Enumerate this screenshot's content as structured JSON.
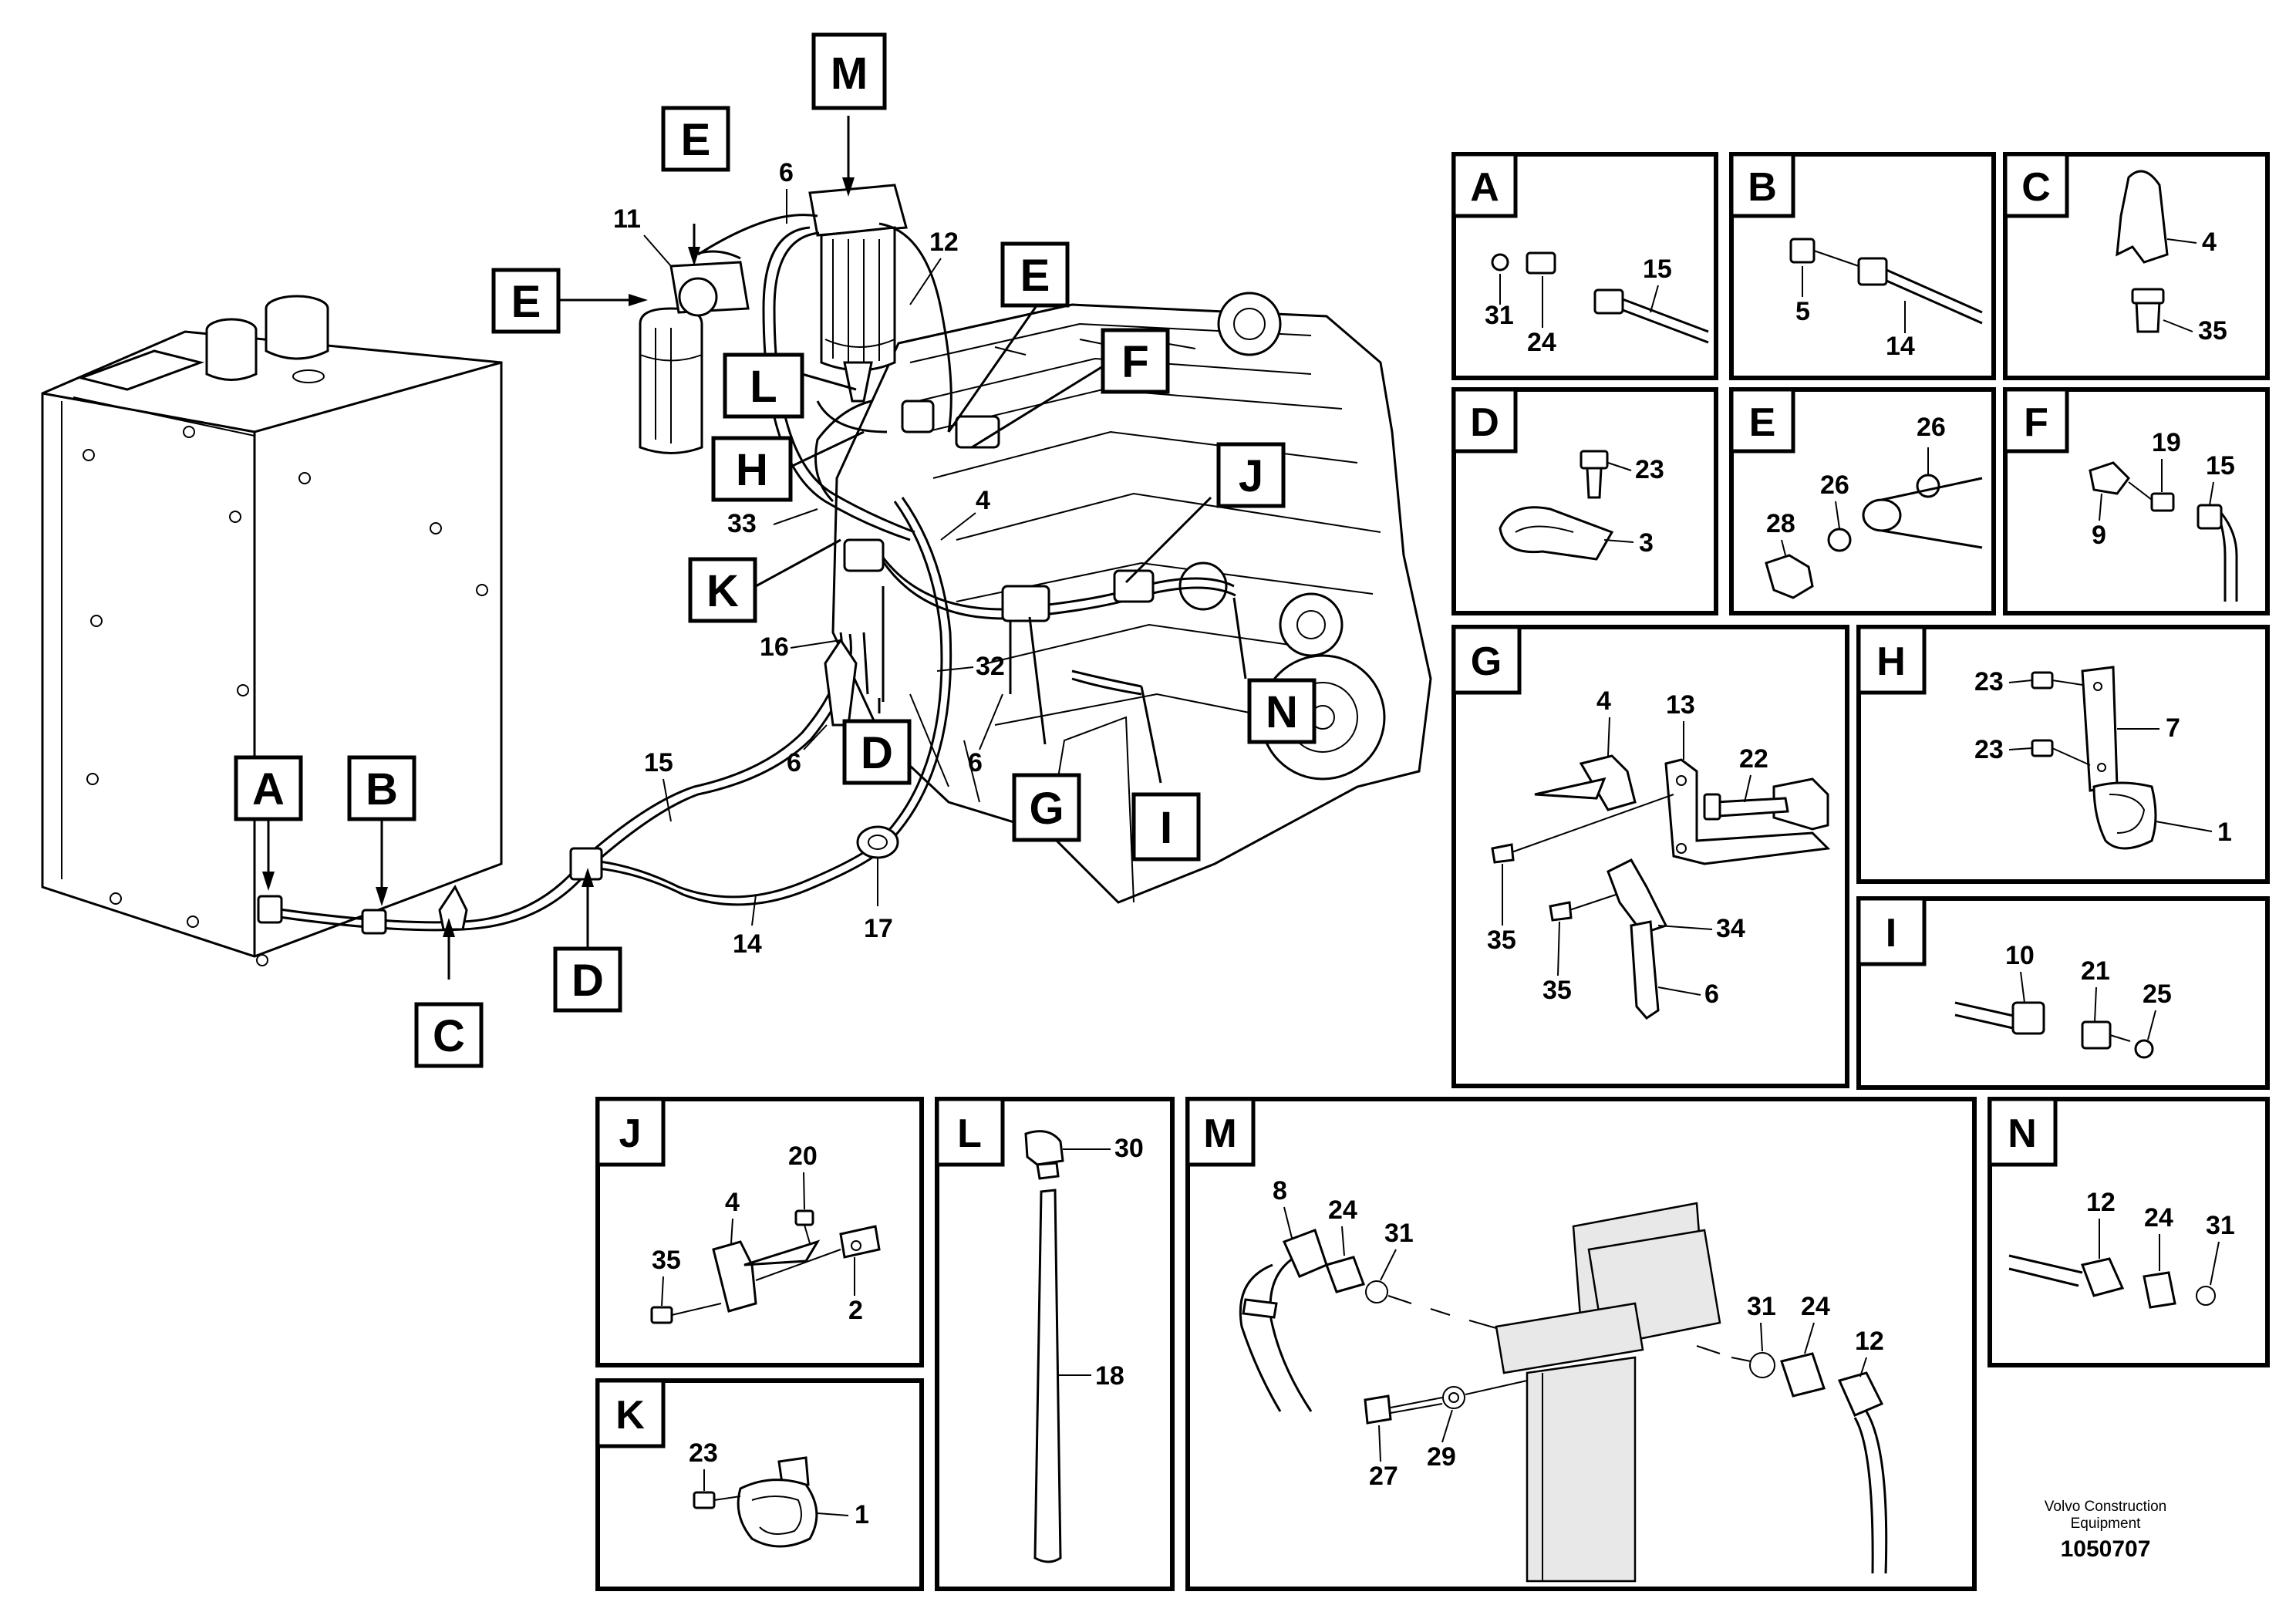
{
  "callouts": {
    "A": "A",
    "B": "B",
    "C": "C",
    "D": "D",
    "E": "E",
    "F": "F",
    "G": "G",
    "H": "H",
    "I": "I",
    "J": "J",
    "K": "K",
    "L": "L",
    "M": "M",
    "N": "N"
  },
  "part_numbers": {
    "p1": "1",
    "p2": "2",
    "p3": "3",
    "p4": "4",
    "p5": "5",
    "p6": "6",
    "p7": "7",
    "p8": "8",
    "p9": "9",
    "p10": "10",
    "p11": "11",
    "p12": "12",
    "p13": "13",
    "p14": "14",
    "p15": "15",
    "p16": "16",
    "p17": "17",
    "p18": "18",
    "p19": "19",
    "p20": "20",
    "p21": "21",
    "p22": "22",
    "p23": "23",
    "p24": "24",
    "p25": "25",
    "p26": "26",
    "p27": "27",
    "p28": "28",
    "p29": "29",
    "p30": "30",
    "p31": "31",
    "p32": "32",
    "p33": "33",
    "p34": "34",
    "p35": "35"
  },
  "footer": {
    "credit_line1": "Volvo Construction",
    "credit_line2": "Equipment",
    "document_number": "1050707"
  }
}
